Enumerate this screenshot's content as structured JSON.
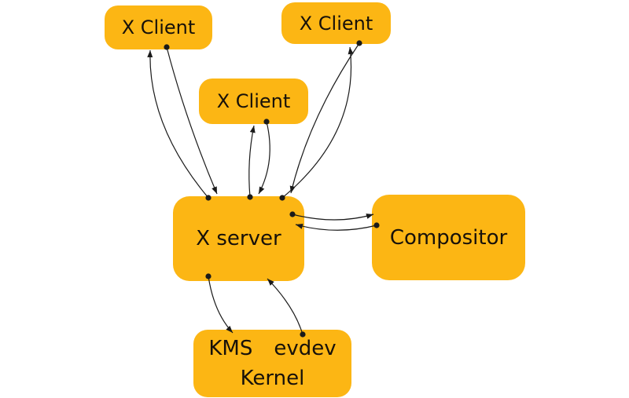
{
  "diagram": {
    "colors": {
      "node_fill": "#FCB614",
      "edge_stroke": "#1a1a1a",
      "text": "#17110a",
      "background": "#ffffff"
    },
    "nodes": {
      "client_left": {
        "label": "X Client"
      },
      "client_right": {
        "label": "X Client"
      },
      "client_middle": {
        "label": "X Client"
      },
      "x_server": {
        "label": "X server"
      },
      "compositor": {
        "label": "Compositor"
      },
      "kernel": {
        "label": "Kernel",
        "kms": "KMS",
        "evdev": "evdev"
      }
    },
    "edges": [
      {
        "from": "x_server",
        "to": "client_left"
      },
      {
        "from": "client_left",
        "to": "x_server"
      },
      {
        "from": "x_server",
        "to": "client_middle"
      },
      {
        "from": "client_middle",
        "to": "x_server"
      },
      {
        "from": "x_server",
        "to": "client_right"
      },
      {
        "from": "client_right",
        "to": "x_server"
      },
      {
        "from": "x_server",
        "to": "compositor"
      },
      {
        "from": "compositor",
        "to": "x_server"
      },
      {
        "from": "x_server",
        "to": "kernel_kms"
      },
      {
        "from": "kernel_evdev",
        "to": "x_server"
      }
    ]
  }
}
